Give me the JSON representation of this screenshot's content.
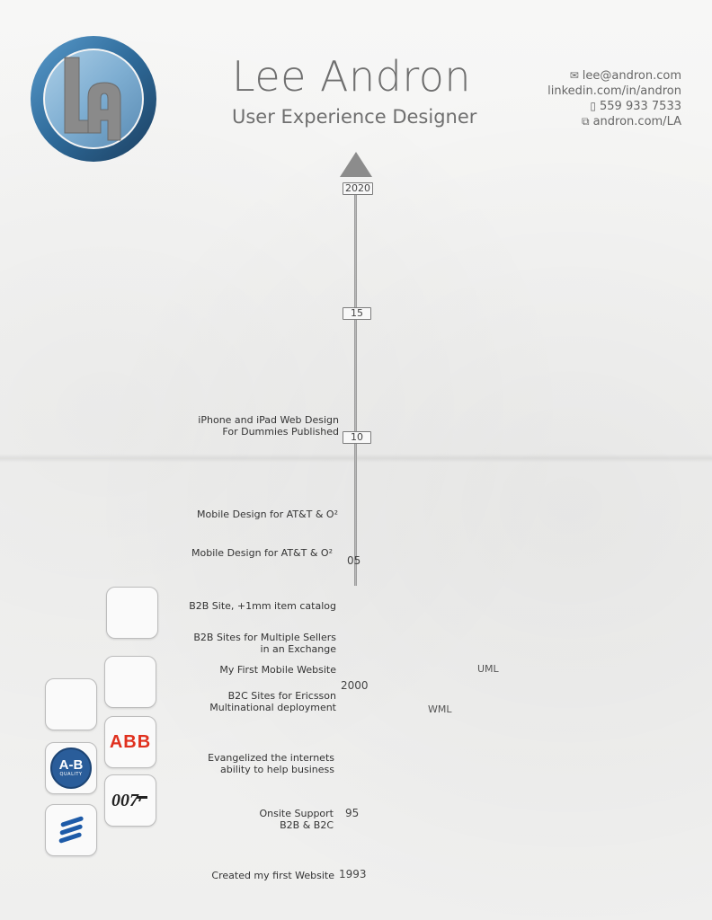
{
  "header": {
    "name": "Lee Andron",
    "title": "User Experience Designer",
    "logo_text": "LA"
  },
  "contact": {
    "email": "lee@andron.com",
    "linkedin": "linkedin.com/in/andron",
    "phone": "559 933 7533",
    "website": "andron.com/LA"
  },
  "timeline": {
    "years": [
      "2020",
      "15",
      "10",
      "05",
      "2000",
      "95",
      "1993"
    ],
    "events": [
      "iPhone and iPad Web Design",
      "For Dummies Published",
      "Mobile Design for AT&T & O²",
      "Mobile Design for AT&T & O²",
      "B2B Site, +1mm item catalog",
      "B2B Sites for Multiple Sellers",
      "in an Exchange",
      "My First Mobile Website",
      "B2C Sites for Ericsson",
      "Multinational deployment",
      "Evangelized the internets",
      "ability to help  business",
      "Onsite Support",
      "B2B & B2C",
      "Created my first Website"
    ],
    "tech_tags": [
      "UML",
      "WML"
    ]
  },
  "client_logos": {
    "abb": "ABB",
    "allen_bradley": "A-B",
    "allen_bradley_sub": "QUALITY",
    "bond": "007"
  },
  "colors": {
    "logo_ring_dark": "#1f4a6e",
    "logo_ring_light": "#4f8fc0",
    "abb_red": "#e0301e",
    "ab_blue": "#2a5d9a",
    "ericsson_blue": "#1e5ba8"
  }
}
